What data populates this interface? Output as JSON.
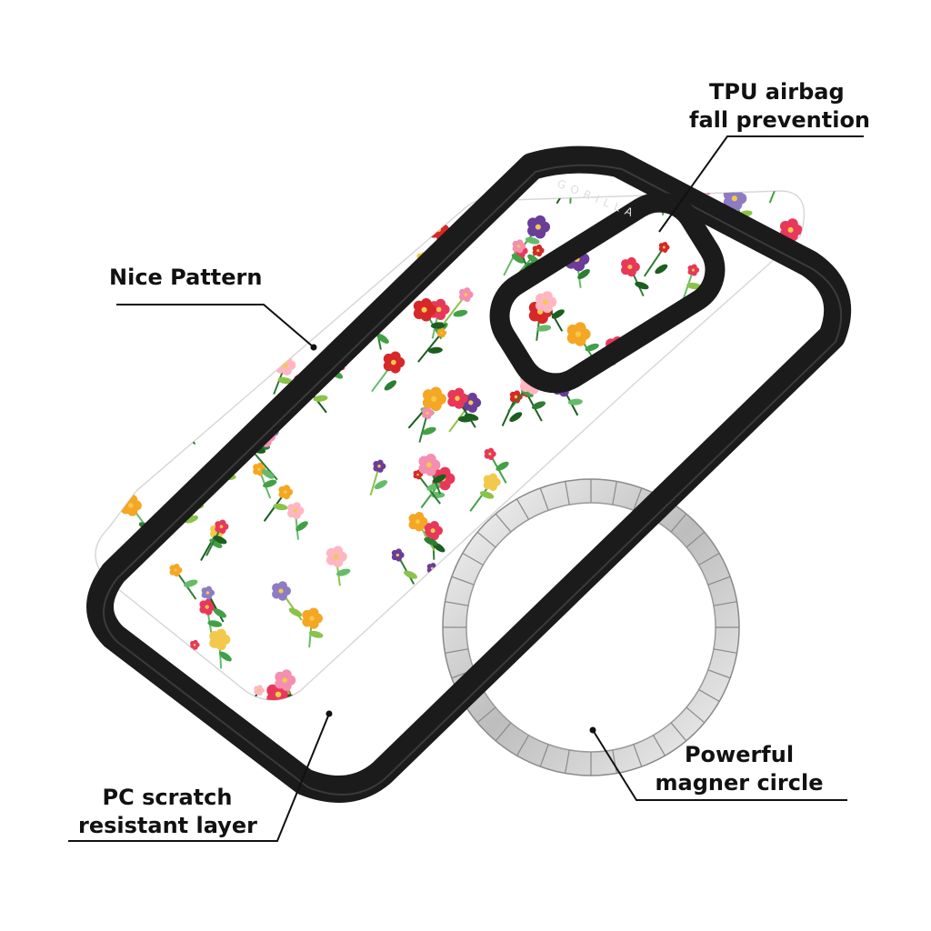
{
  "callouts": {
    "tpu": {
      "line1": "TPU airbag",
      "line2": "fall prevention"
    },
    "pattern": {
      "line1": "Nice Pattern"
    },
    "pc": {
      "line1": "PC scratch",
      "line2": "resistant layer"
    },
    "magnet": {
      "line1": "Powerful",
      "line2": "magner circle"
    }
  },
  "brand": {
    "bumper_text": "GORILLA"
  },
  "colors": {
    "bumper": "#1b1b1b",
    "bumper_edge": "#3a3a3a",
    "pattern_bg": "#ffffff",
    "magnet_ring": "#c9c9c9",
    "callout_text": "#111111",
    "leader_line": "#111111"
  },
  "flower_palette": [
    "#e8385a",
    "#f48fb1",
    "#f5a623",
    "#d62828",
    "#f2c94c",
    "#8e7cc3",
    "#ffb6c1",
    "#6a3d9a"
  ],
  "leaf_palette": [
    "#2e7d32",
    "#43a047",
    "#66bb6a",
    "#1b5e20",
    "#8bc34a"
  ]
}
